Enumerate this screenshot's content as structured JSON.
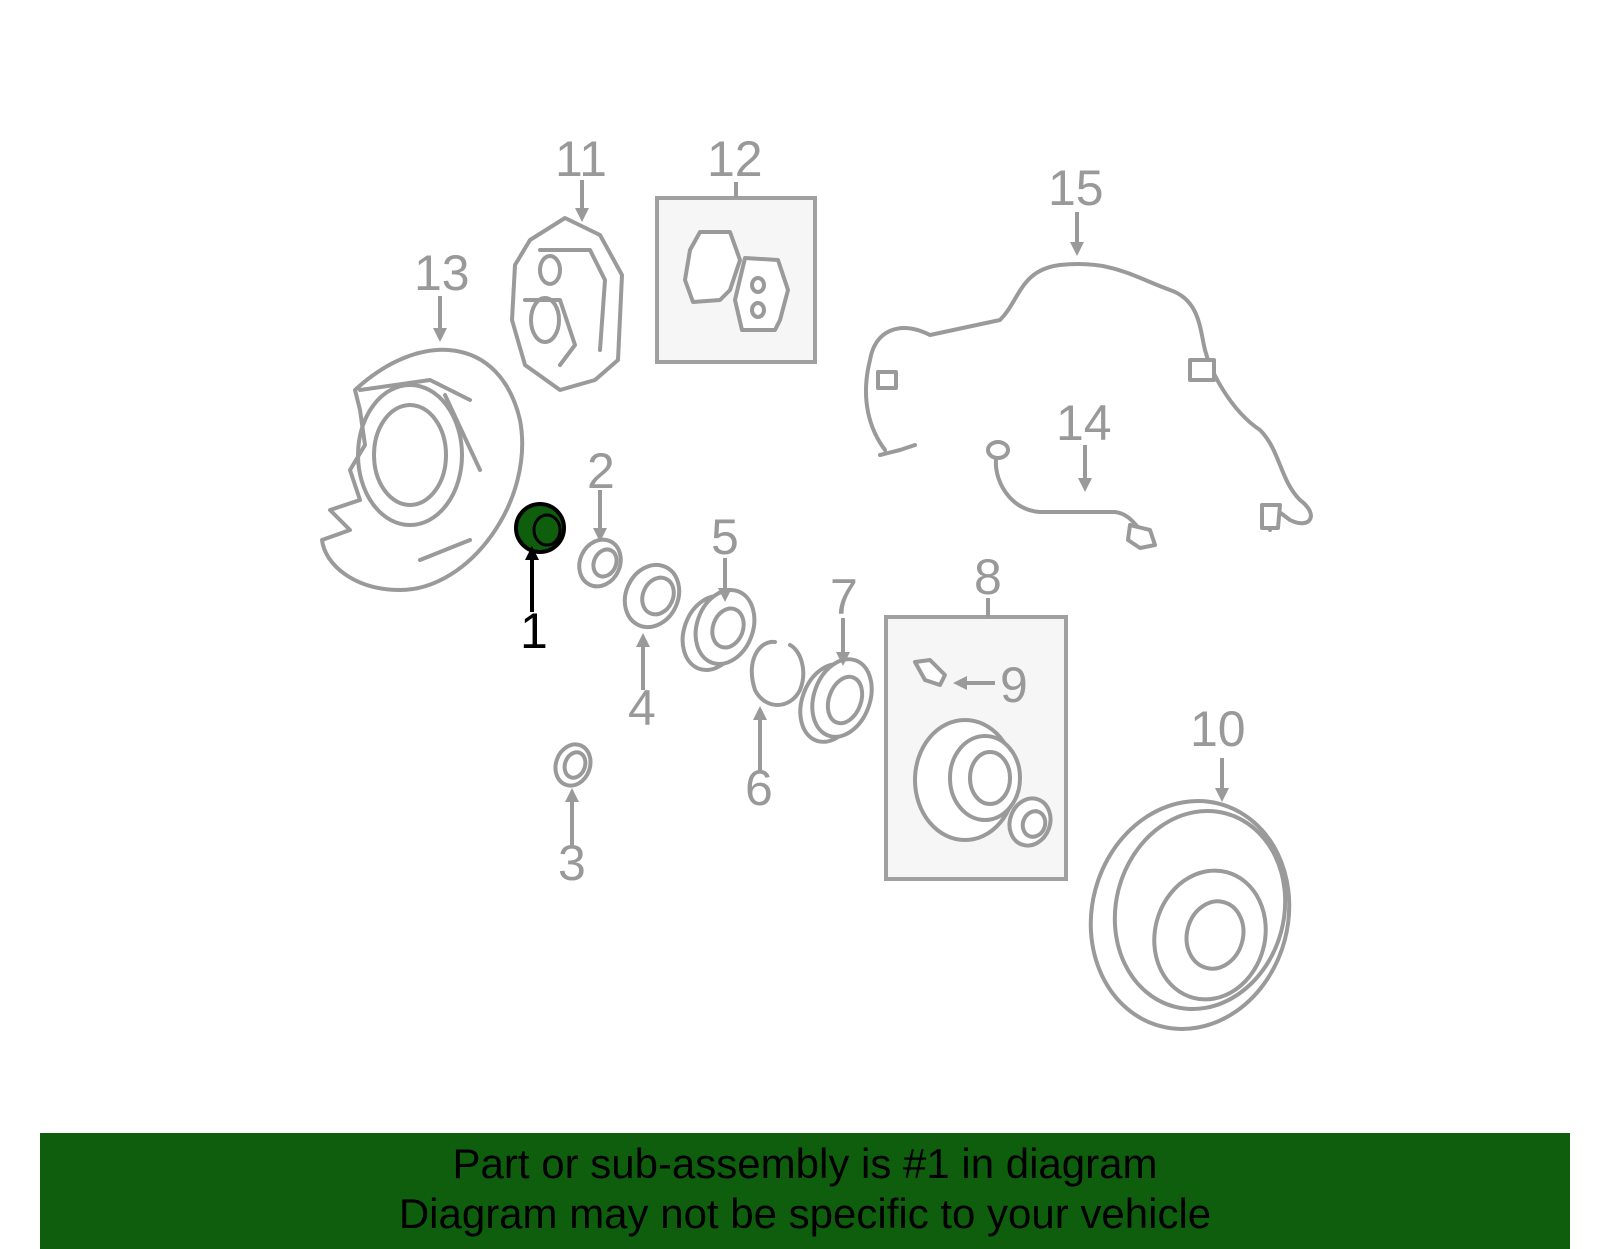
{
  "diagram": {
    "highlight_color": "#0e5e0e",
    "callouts": [
      {
        "id": "1",
        "label": "1",
        "active": true
      },
      {
        "id": "2",
        "label": "2"
      },
      {
        "id": "3",
        "label": "3"
      },
      {
        "id": "4",
        "label": "4"
      },
      {
        "id": "5",
        "label": "5"
      },
      {
        "id": "6",
        "label": "6"
      },
      {
        "id": "7",
        "label": "7"
      },
      {
        "id": "8",
        "label": "8"
      },
      {
        "id": "9",
        "label": "9"
      },
      {
        "id": "10",
        "label": "10"
      },
      {
        "id": "11",
        "label": "11"
      },
      {
        "id": "12",
        "label": "12"
      },
      {
        "id": "13",
        "label": "13"
      },
      {
        "id": "14",
        "label": "14"
      },
      {
        "id": "15",
        "label": "15"
      }
    ]
  },
  "banner": {
    "line1": "Part or sub-assembly is #1 in diagram",
    "line2": "Diagram may not be specific to your vehicle",
    "background": "#0e5e0e"
  }
}
